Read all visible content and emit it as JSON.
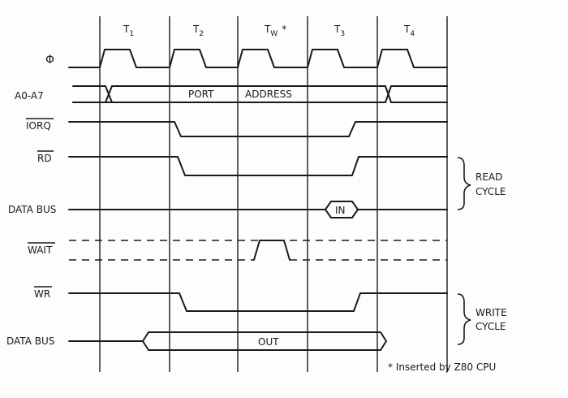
{
  "timing": {
    "states": [
      {
        "main": "T",
        "sub": "1",
        "mark": ""
      },
      {
        "main": "T",
        "sub": "2",
        "mark": ""
      },
      {
        "main": "T",
        "sub": "W",
        "mark": "*"
      },
      {
        "main": "T",
        "sub": "3",
        "mark": ""
      },
      {
        "main": "T",
        "sub": "4",
        "mark": ""
      }
    ],
    "signals": {
      "phi": "Φ",
      "address": "A0-A7",
      "iorq": "IORQ",
      "rd": "RD",
      "data_bus_read": "DATA BUS",
      "wait": "WAIT",
      "wr": "WR",
      "data_bus_write": "DATA BUS"
    },
    "bus_labels": {
      "port": "PORT",
      "address": "ADDRESS",
      "in": "IN",
      "out": "OUT"
    },
    "cycles": {
      "read": [
        "READ",
        "CYCLE"
      ],
      "write": [
        "WRITE",
        "CYCLE"
      ]
    },
    "footnote": "* Inserted by Z80 CPU"
  }
}
